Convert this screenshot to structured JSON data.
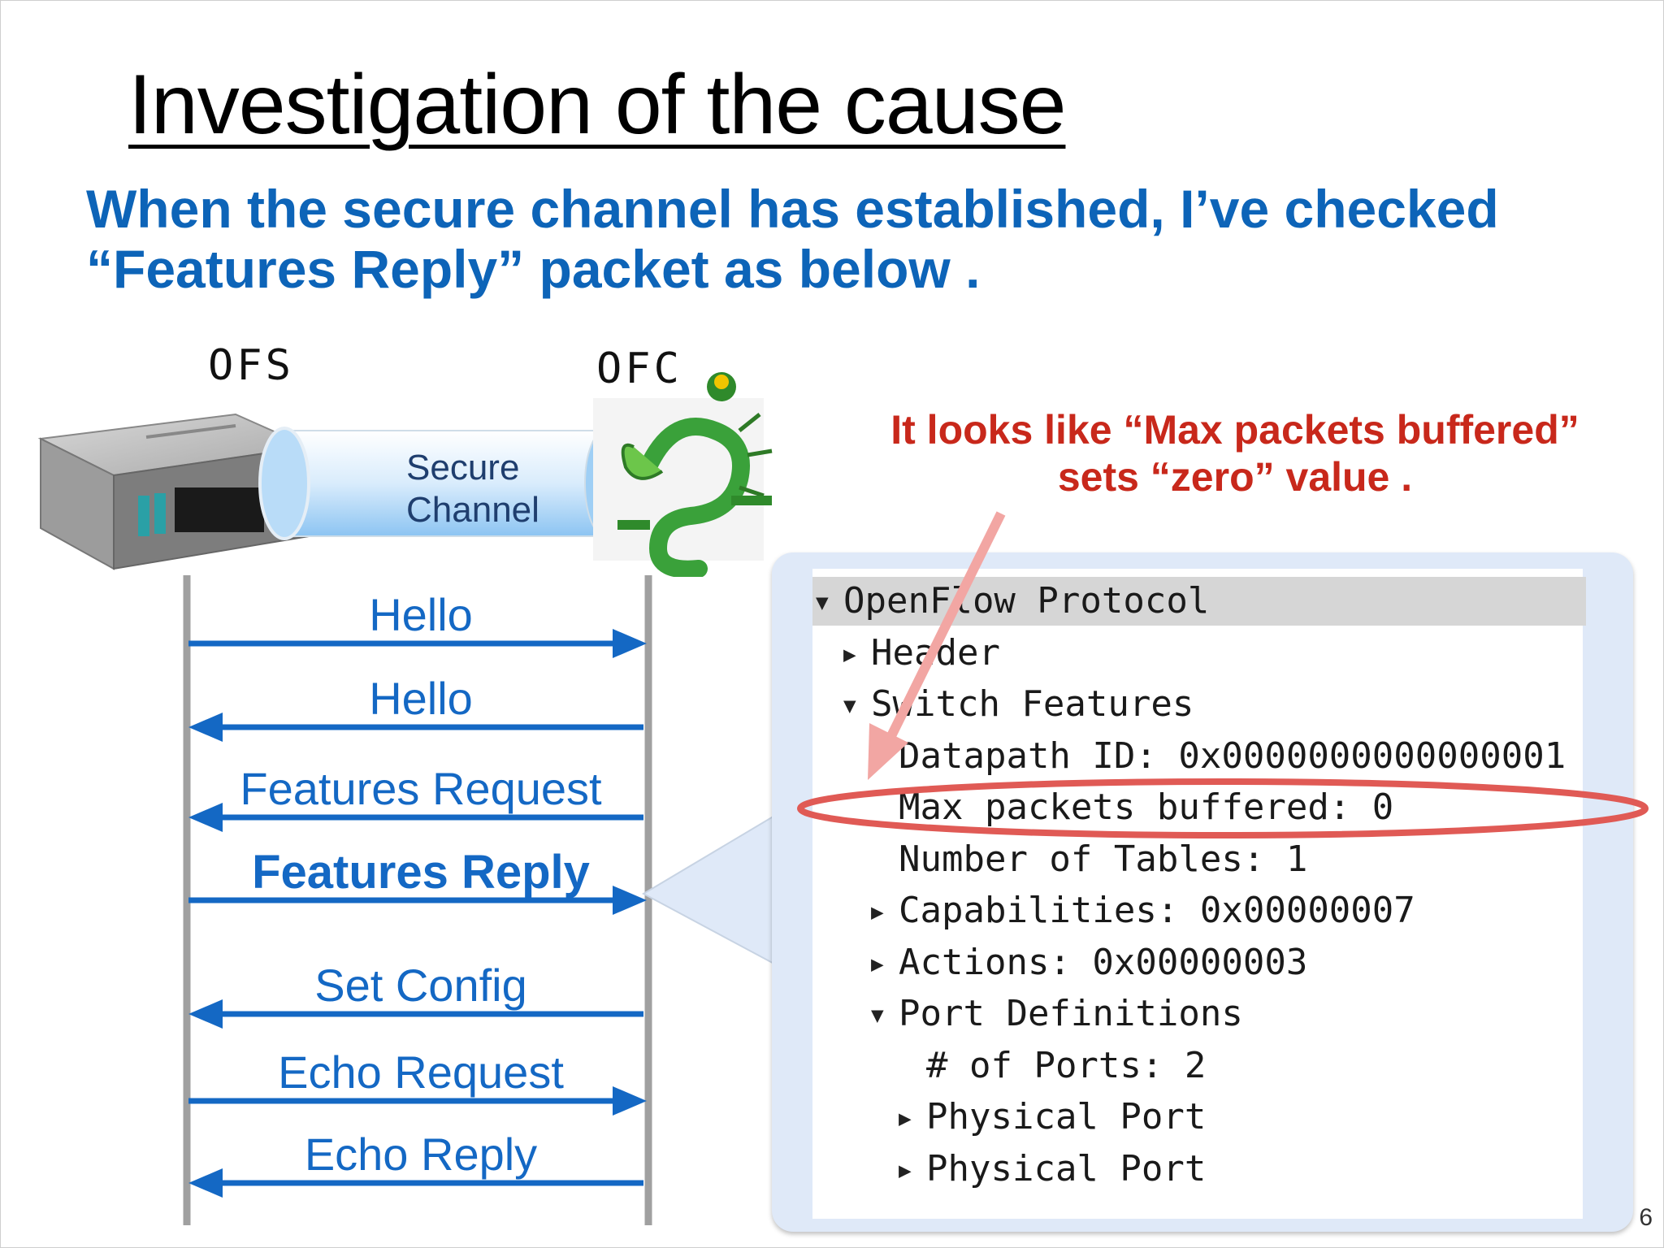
{
  "slide": {
    "title": "Investigation of the cause",
    "subtitle_line1": "When the secure channel has established, I’ve checked",
    "subtitle_line2": "“Features Reply” packet as below .",
    "page_number": "6"
  },
  "devices": {
    "switch_label": "OFS",
    "controller_label": "OFC",
    "channel_line1": "Secure",
    "channel_line2": "Channel"
  },
  "note": {
    "line1": "It looks like “Max packets buffered”",
    "line2": "sets “zero” value ."
  },
  "sequence": [
    {
      "label": "Hello",
      "direction": "to-controller"
    },
    {
      "label": "Hello",
      "direction": "to-switch"
    },
    {
      "label": "Features Request",
      "direction": "to-switch"
    },
    {
      "label": "Features Reply",
      "direction": "to-controller",
      "highlight": true
    },
    {
      "label": "Set Config",
      "direction": "to-switch"
    },
    {
      "label": "Echo Request",
      "direction": "to-controller"
    },
    {
      "label": "Echo Reply",
      "direction": "to-switch"
    }
  ],
  "packet_tree": [
    {
      "text": "OpenFlow Protocol",
      "expander": "expanded"
    },
    {
      "text": "Header",
      "expander": "collapsed"
    },
    {
      "text": "Switch Features",
      "expander": "expanded"
    },
    {
      "text": "Datapath ID: 0x0000000000000001",
      "expander": "none"
    },
    {
      "text": "Max packets buffered: 0",
      "expander": "none",
      "highlight": true
    },
    {
      "text": "Number of Tables: 1",
      "expander": "none"
    },
    {
      "text": "Capabilities: 0x00000007",
      "expander": "collapsed"
    },
    {
      "text": "Actions: 0x00000003",
      "expander": "collapsed"
    },
    {
      "text": "Port Definitions",
      "expander": "expanded"
    },
    {
      "text": "# of Ports: 2",
      "expander": "none"
    },
    {
      "text": "Physical Port",
      "expander": "collapsed"
    },
    {
      "text": "Physical Port",
      "expander": "collapsed"
    }
  ],
  "colors": {
    "title": "#000000",
    "subtitle": "#0d64b8",
    "arrow": "#1468c4",
    "note": "#c8281b",
    "highlight_ellipse": "#e05a55",
    "panel": "#dfe9f8"
  }
}
